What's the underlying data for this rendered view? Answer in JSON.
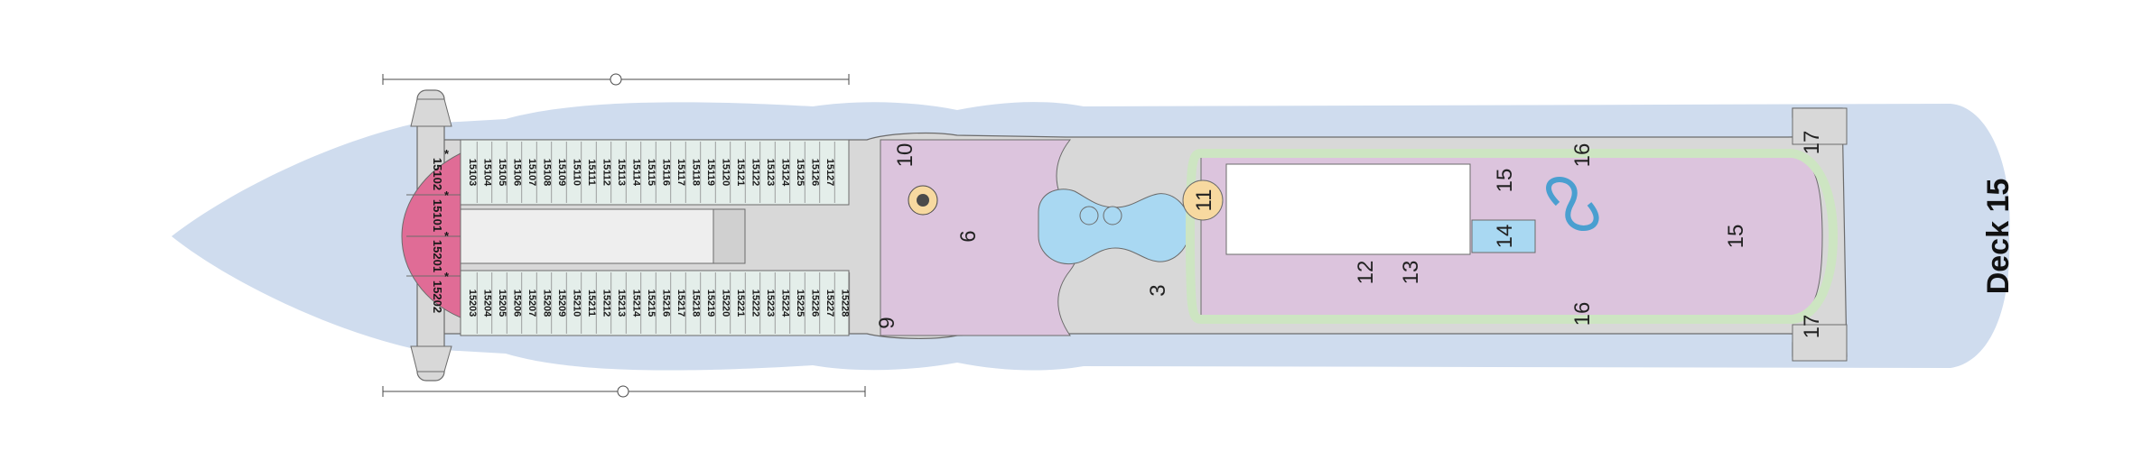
{
  "deck": {
    "title": "Deck 15"
  },
  "colors": {
    "sea": "#cfdcee",
    "deck_grey": "#d8d8d8",
    "cabin_block": "#e4eeea",
    "cabin_red": "#e06c96",
    "cabin_red_dark": "#d3447a",
    "lilac": "#dcc4dd",
    "pool_blue": "#a9d8f2",
    "track_green": "#cde5c2",
    "yellow_mark": "#f7d9a0",
    "line_dark": "#4a4a4a"
  },
  "cabins": {
    "top_row": [
      "15103",
      "15104",
      "15105",
      "15106",
      "15107",
      "15108",
      "15109",
      "15110",
      "15111",
      "15112",
      "15113",
      "15114",
      "15115",
      "15116",
      "15117",
      "15118",
      "15119",
      "15120",
      "15121",
      "15122",
      "15123",
      "15124",
      "15125",
      "15126",
      "15127"
    ],
    "bottom_row": [
      "15203",
      "15204",
      "15205",
      "15206",
      "15207",
      "15208",
      "15209",
      "15210",
      "15211",
      "15212",
      "15213",
      "15214",
      "15215",
      "15216",
      "15217",
      "15218",
      "15219",
      "15220",
      "15221",
      "15222",
      "15223",
      "15224",
      "15225",
      "15226",
      "15227",
      "15228"
    ],
    "special": [
      {
        "number": "15102",
        "marker": "*"
      },
      {
        "number": "15101",
        "marker": "*"
      },
      {
        "number": "15201",
        "marker": "*"
      },
      {
        "number": "15202",
        "marker": "*"
      }
    ]
  },
  "areas": [
    {
      "id": "a10",
      "label": "10"
    },
    {
      "id": "a6",
      "label": "6"
    },
    {
      "id": "a9",
      "label": "9"
    },
    {
      "id": "a3",
      "label": "3"
    },
    {
      "id": "a11",
      "label": "11"
    },
    {
      "id": "a12",
      "label": "12"
    },
    {
      "id": "a13",
      "label": "13"
    },
    {
      "id": "a14",
      "label": "14"
    },
    {
      "id": "a15a",
      "label": "15"
    },
    {
      "id": "a15b",
      "label": "15"
    },
    {
      "id": "a16a",
      "label": "16"
    },
    {
      "id": "a16b",
      "label": "16"
    },
    {
      "id": "a17a",
      "label": "17"
    },
    {
      "id": "a17b",
      "label": "17"
    }
  ],
  "icons": [
    "lifeboat-icon",
    "sun-terrace-icon",
    "stairs-icon",
    "elevator-icon",
    "toilet-icon",
    "pool-icon",
    "waterslide-icon",
    "shower-icon"
  ]
}
